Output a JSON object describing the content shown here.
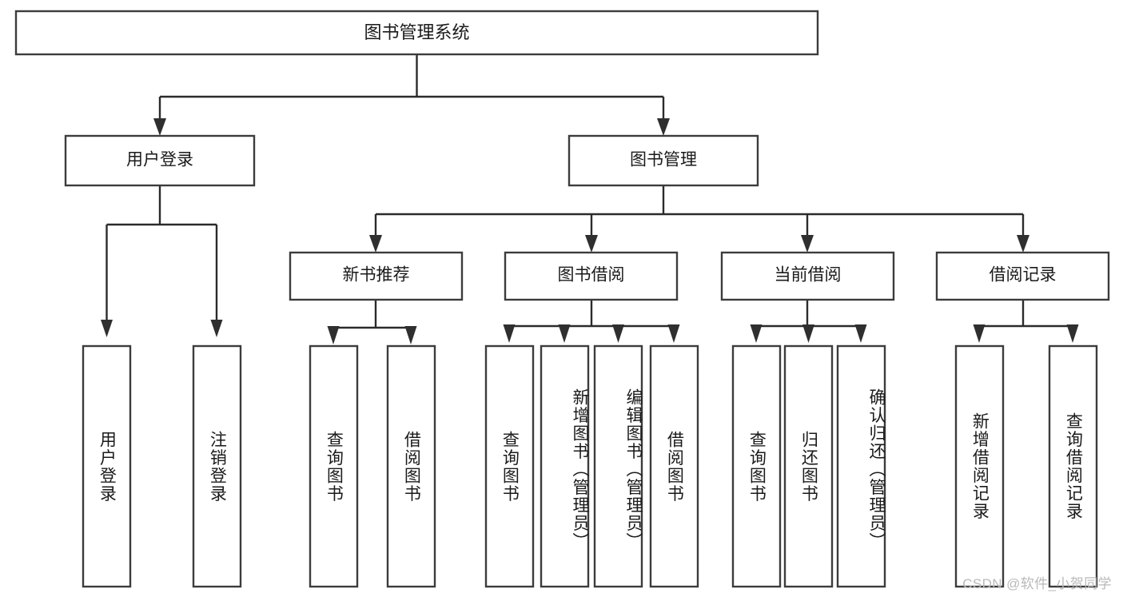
{
  "diagram": {
    "title": "图书管理系统",
    "type": "tree-hierarchy",
    "watermark": "CSDN @软件_小贺同学",
    "colors": {
      "background": "#ffffff",
      "box_stroke": "#3c3c3c",
      "connector": "#2b2b2b",
      "text": "#1a1a1a",
      "watermark": "#b9b9b9"
    },
    "root": {
      "label": "图书管理系统"
    },
    "level1": [
      {
        "label": "用户登录"
      },
      {
        "label": "图书管理"
      }
    ],
    "level2": [
      {
        "label": "新书推荐",
        "parent": "图书管理"
      },
      {
        "label": "图书借阅",
        "parent": "图书管理"
      },
      {
        "label": "当前借阅",
        "parent": "图书管理"
      },
      {
        "label": "借阅记录",
        "parent": "图书管理"
      }
    ],
    "leaves": {
      "user_login": [
        {
          "label": "用户登录"
        },
        {
          "label": "注销登录"
        }
      ],
      "new_book_recommend": [
        {
          "label": "查询图书"
        },
        {
          "label": "借阅图书"
        }
      ],
      "book_borrow": [
        {
          "label": "查询图书"
        },
        {
          "label": "新增图书（管理员）"
        },
        {
          "label": "编辑图书（管理员）"
        },
        {
          "label": "借阅图书"
        }
      ],
      "current_borrow": [
        {
          "label": "查询图书"
        },
        {
          "label": "归还图书"
        },
        {
          "label": "确认归还（管理员）"
        }
      ],
      "borrow_records": [
        {
          "label": "新增借阅记录"
        },
        {
          "label": "查询借阅记录"
        }
      ]
    }
  }
}
